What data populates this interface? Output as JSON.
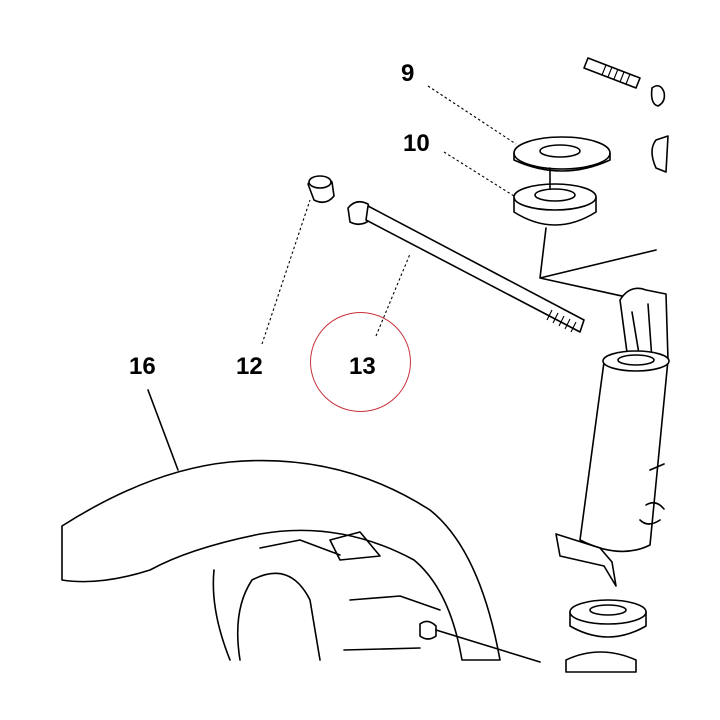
{
  "callouts": {
    "c9": "9",
    "c10": "10",
    "c12": "12",
    "c13": "13",
    "c16": "16"
  },
  "highlight_color": "#c8323c",
  "line_color": "#000000"
}
